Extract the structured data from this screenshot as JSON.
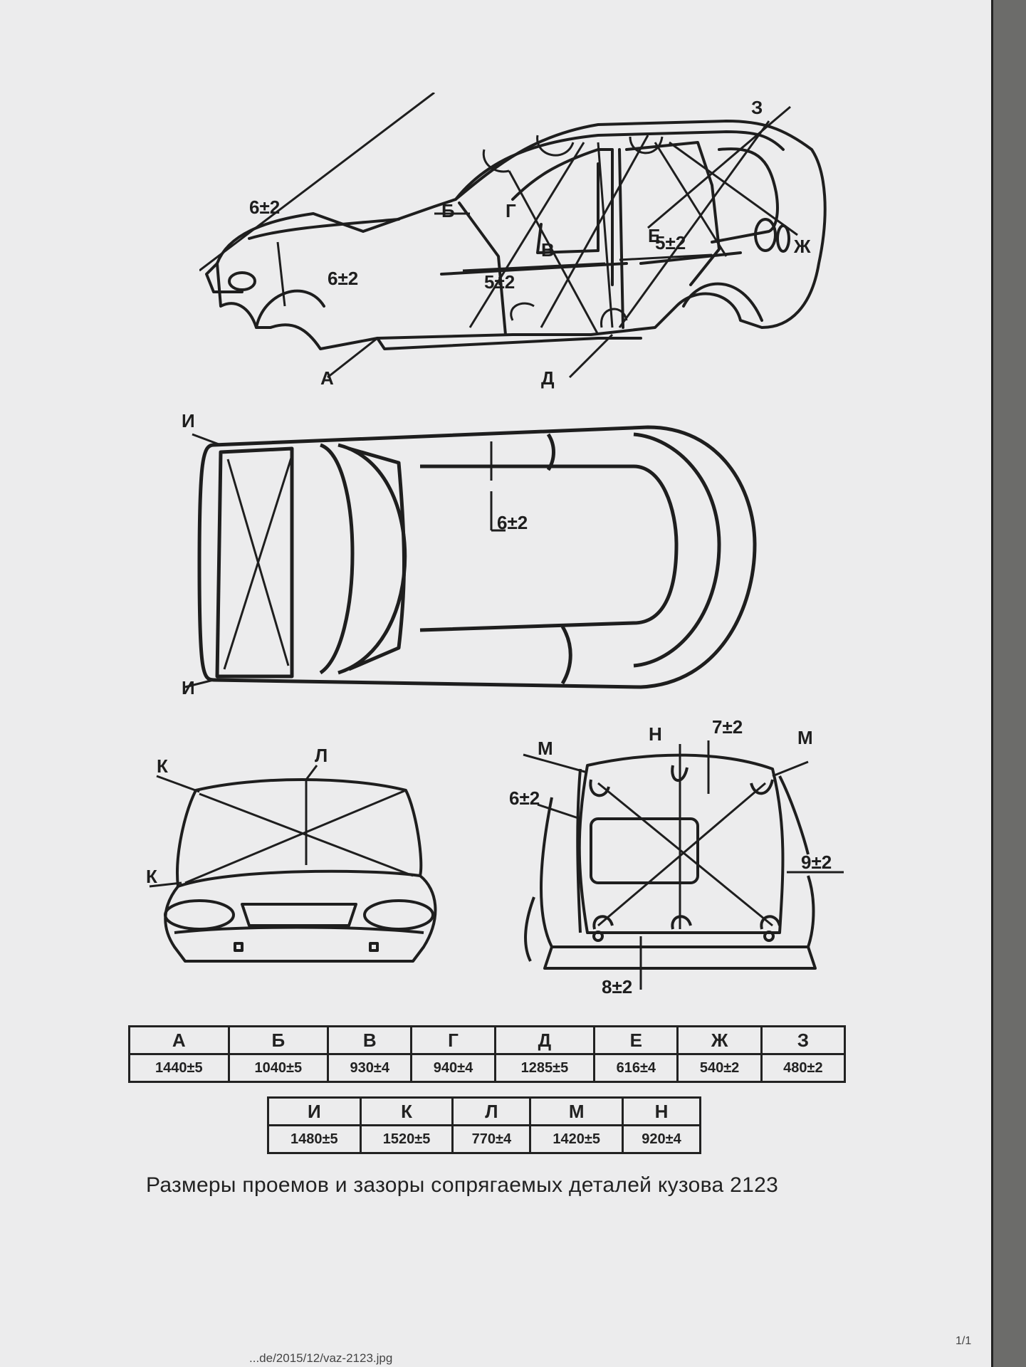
{
  "side_view": {
    "points": [
      "А",
      "Б",
      "В",
      "Г",
      "Д",
      "Е",
      "Ж",
      "З"
    ],
    "gaps": [
      "6±2",
      "6±2",
      "5±2",
      "5±2"
    ]
  },
  "top_view": {
    "points": [
      "И",
      "И"
    ],
    "gaps": [
      "6±2"
    ]
  },
  "front_view": {
    "points": [
      "Л",
      "К",
      "К"
    ]
  },
  "rear_view": {
    "points": [
      "М",
      "Н",
      "М"
    ],
    "gaps": [
      "7±2",
      "6±2",
      "9±2",
      "8±2"
    ]
  },
  "table1": {
    "headers": [
      "А",
      "Б",
      "В",
      "Г",
      "Д",
      "Е",
      "Ж",
      "З"
    ],
    "values": [
      "1440±5",
      "1040±5",
      "930±4",
      "940±4",
      "1285±5",
      "616±4",
      "540±2",
      "480±2"
    ]
  },
  "table2": {
    "headers": [
      "И",
      "К",
      "Л",
      "М",
      "Н"
    ],
    "values": [
      "1480±5",
      "1520±5",
      "770±4",
      "1420±5",
      "920±4"
    ]
  },
  "caption": "Размеры проемов и зазоры сопрягаемых деталей кузова 2123",
  "page_number": "1/1",
  "footer_url": "...de/2015/12/vaz-2123.jpg"
}
